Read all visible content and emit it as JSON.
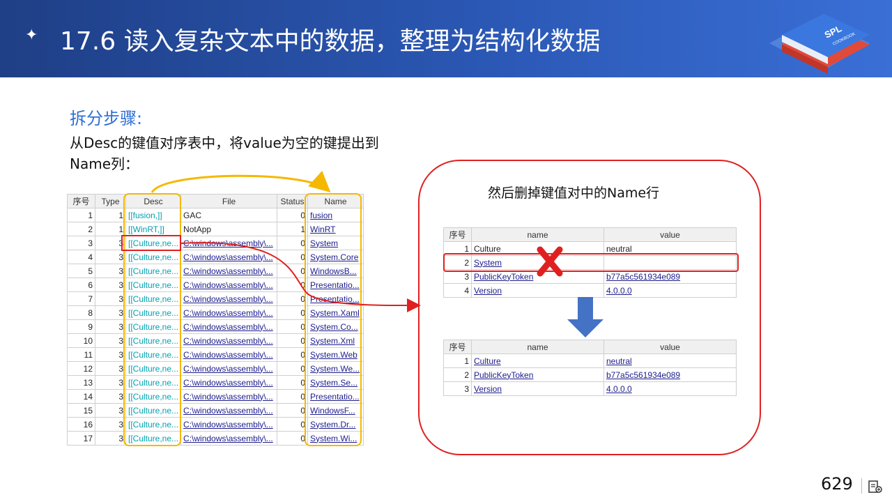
{
  "header": {
    "star": "✦",
    "title": "17.6 读入复杂文本中的数据，整理为结构化数据"
  },
  "logo": {
    "text": "SPL",
    "subtext": "COOKBOOK"
  },
  "steps": {
    "title": "拆分步骤:",
    "description": "从Desc的键值对序表中，将value为空的键提出到Name列："
  },
  "left_table": {
    "columns": [
      "序号",
      "Type",
      "Desc",
      "File",
      "Status",
      "Name"
    ],
    "rows": [
      [
        "1",
        "1",
        "[[fusion,]]",
        "GAC",
        "0",
        "fusion"
      ],
      [
        "2",
        "1",
        "[[WinRT,]]",
        "NotApp",
        "1",
        "WinRT"
      ],
      [
        "3",
        "3",
        "[[Culture,ne...",
        "C:\\windows\\assembly\\...",
        "0",
        "System"
      ],
      [
        "4",
        "3",
        "[[Culture,ne...",
        "C:\\windows\\assembly\\...",
        "0",
        "System.Core"
      ],
      [
        "5",
        "3",
        "[[Culture,ne...",
        "C:\\windows\\assembly\\...",
        "0",
        "WindowsB..."
      ],
      [
        "6",
        "3",
        "[[Culture,ne...",
        "C:\\windows\\assembly\\...",
        "0",
        "Presentatio..."
      ],
      [
        "7",
        "3",
        "[[Culture,ne...",
        "C:\\windows\\assembly\\...",
        "0",
        "Presentatio..."
      ],
      [
        "8",
        "3",
        "[[Culture,ne...",
        "C:\\windows\\assembly\\...",
        "0",
        "System.Xaml"
      ],
      [
        "9",
        "3",
        "[[Culture,ne...",
        "C:\\windows\\assembly\\...",
        "0",
        "System.Co..."
      ],
      [
        "10",
        "3",
        "[[Culture,ne...",
        "C:\\windows\\assembly\\...",
        "0",
        "System.Xml"
      ],
      [
        "11",
        "3",
        "[[Culture,ne...",
        "C:\\windows\\assembly\\...",
        "0",
        "System.Web"
      ],
      [
        "12",
        "3",
        "[[Culture,ne...",
        "C:\\windows\\assembly\\...",
        "0",
        "System.We..."
      ],
      [
        "13",
        "3",
        "[[Culture,ne...",
        "C:\\windows\\assembly\\...",
        "0",
        "System.Se..."
      ],
      [
        "14",
        "3",
        "[[Culture,ne...",
        "C:\\windows\\assembly\\...",
        "0",
        "Presentatio..."
      ],
      [
        "15",
        "3",
        "[[Culture,ne...",
        "C:\\windows\\assembly\\...",
        "0",
        "WindowsF..."
      ],
      [
        "16",
        "3",
        "[[Culture,ne...",
        "C:\\windows\\assembly\\...",
        "0",
        "System.Dr..."
      ],
      [
        "17",
        "3",
        "[[Culture,ne...",
        "C:\\windows\\assembly\\...",
        "0",
        "System.Wi..."
      ]
    ]
  },
  "callout": {
    "text": "然后删掉键值对中的Name行",
    "before": {
      "columns": [
        "序号",
        "name",
        "value"
      ],
      "rows": [
        [
          "1",
          "Culture",
          "neutral"
        ],
        [
          "2",
          "System",
          ""
        ],
        [
          "3",
          "PublicKeyToken",
          "b77a5c561934e089"
        ],
        [
          "4",
          "Version",
          "4.0.0.0"
        ]
      ]
    },
    "after": {
      "columns": [
        "序号",
        "name",
        "value"
      ],
      "rows": [
        [
          "1",
          "Culture",
          "neutral"
        ],
        [
          "2",
          "PublicKeyToken",
          "b77a5c561934e089"
        ],
        [
          "3",
          "Version",
          "4.0.0.0"
        ]
      ]
    }
  },
  "footer": {
    "page_number": "629"
  },
  "colors": {
    "header_bg": "#2b58b5",
    "accent_blue": "#2f6fd6",
    "highlight_yellow": "#f5b800",
    "annotation_red": "#e02020"
  }
}
